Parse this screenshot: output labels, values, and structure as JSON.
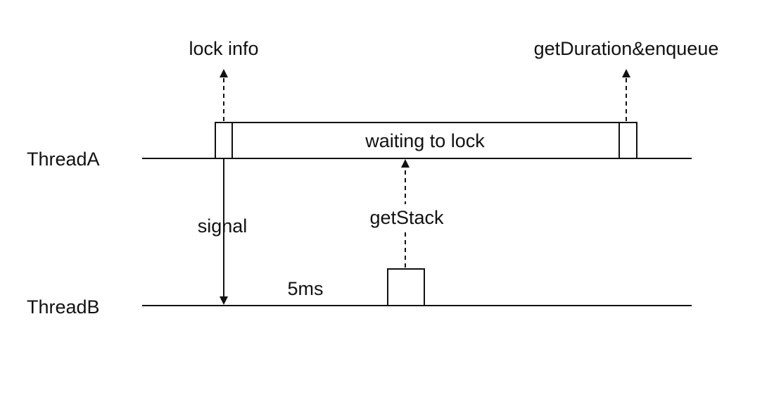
{
  "threads": {
    "a_label": "ThreadA",
    "b_label": "ThreadB"
  },
  "labels": {
    "lock_info": "lock info",
    "get_duration_enqueue": "getDuration&enqueue",
    "waiting_to_lock": "waiting to lock",
    "signal": "signal",
    "get_stack": "getStack",
    "delay": "5ms"
  },
  "colors": {
    "stroke": "#111111",
    "background": "#ffffff"
  }
}
